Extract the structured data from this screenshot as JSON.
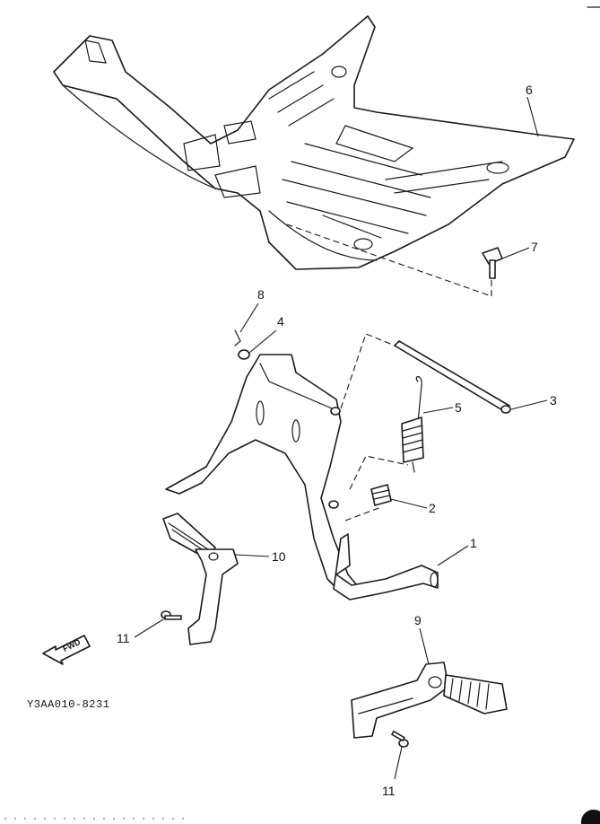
{
  "diagram_code": "Y3AA010-8231",
  "direction_label": "FWD",
  "callouts": [
    {
      "id": "part-1",
      "label": "1"
    },
    {
      "id": "part-2",
      "label": "2"
    },
    {
      "id": "part-3",
      "label": "3"
    },
    {
      "id": "part-4",
      "label": "4"
    },
    {
      "id": "part-5",
      "label": "5"
    },
    {
      "id": "part-6",
      "label": "6"
    },
    {
      "id": "part-7",
      "label": "7"
    },
    {
      "id": "part-8",
      "label": "8"
    },
    {
      "id": "part-9",
      "label": "9"
    },
    {
      "id": "part-10",
      "label": "10"
    },
    {
      "id": "part-11-left",
      "label": "11"
    },
    {
      "id": "part-11-bottom",
      "label": "11"
    }
  ]
}
